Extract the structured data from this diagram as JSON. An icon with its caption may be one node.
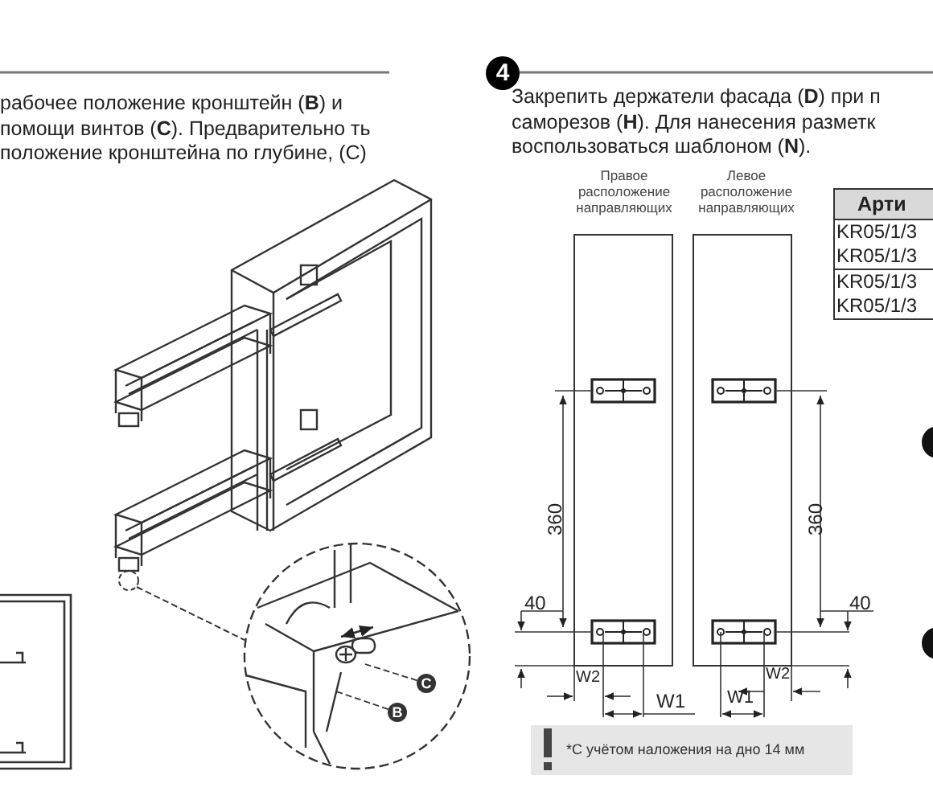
{
  "diagram": {
    "nodes": [
      {
        "text": [
          "4"
        ]
      },
      {
        "text": [
          "C"
        ]
      },
      {
        "text": [
          "B"
        ]
      }
    ],
    "edges": [
      {
        "from": 1,
        "to": null,
        "arrow": "none",
        "style": "dashed"
      },
      {
        "from": 2,
        "to": null,
        "arrow": "none",
        "style": "dashed"
      }
    ],
    "labels": [
      "рабочее положение кронштейн (**B**) и помощи винтов (**C**). Предварительно ть положение кронштейна по глубине, (C)",
      "Закрепить держатели фасада (**D**) при п саморезов (**H**). Для нанесения разметк воспользоваться шаблоном (**N**).",
      "Правое расположение направляющих",
      "Левое расположение направляющих",
      "Арти",
      "KR05/1/3",
      "KR05/1/3",
      "KR05/1/3",
      "KR05/1/3",
      "360",
      "360",
      "40",
      "40",
      "W2",
      "W1",
      "W1",
      "W2",
      "*С учётом наложения на дно 14 мм"
    ]
  }
}
